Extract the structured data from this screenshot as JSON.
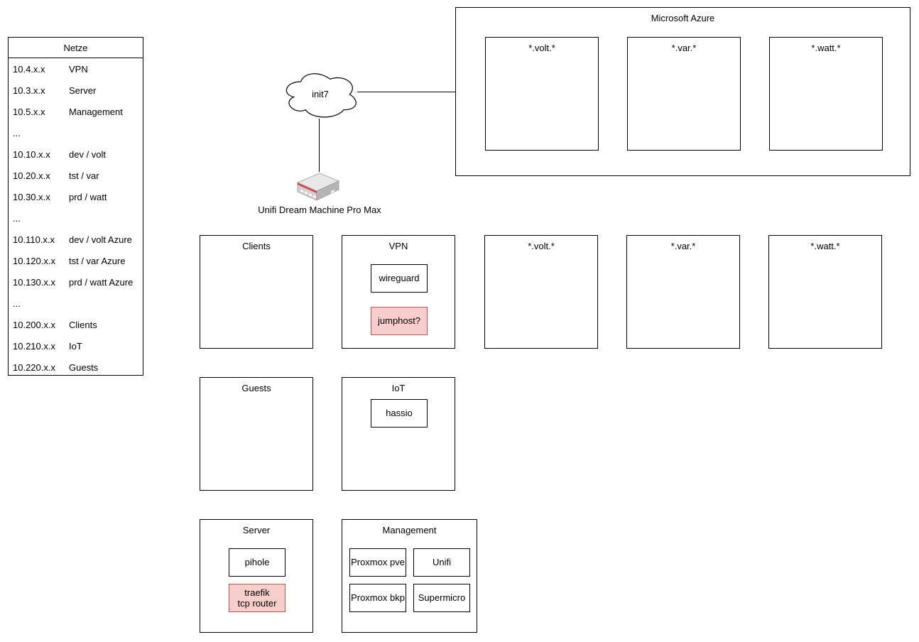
{
  "netze": {
    "title": "Netze",
    "rows": [
      {
        "net": "10.4.x.x",
        "name": "VPN"
      },
      {
        "net": "10.3.x.x",
        "name": "Server"
      },
      {
        "net": "10.5.x.x",
        "name": "Management"
      },
      {
        "net": "...",
        "name": ""
      },
      {
        "net": "10.10.x.x",
        "name": "dev / volt"
      },
      {
        "net": "10.20.x.x",
        "name": "tst / var"
      },
      {
        "net": "10.30.x.x",
        "name": "prd / watt"
      },
      {
        "net": "...",
        "name": ""
      },
      {
        "net": "10.110.x.x",
        "name": "dev / volt Azure"
      },
      {
        "net": "10.120.x.x",
        "name": "tst / var Azure"
      },
      {
        "net": "10.130.x.x",
        "name": "prd / watt Azure"
      },
      {
        "net": "...",
        "name": ""
      },
      {
        "net": "10.200.x.x",
        "name": "Clients"
      },
      {
        "net": "10.210.x.x",
        "name": "IoT"
      },
      {
        "net": "10.220.x.x",
        "name": "Guests"
      }
    ]
  },
  "wan": {
    "cloud_label": "init7",
    "router_label": "Unifi Dream Machine Pro Max"
  },
  "azure": {
    "title": "Microsoft Azure",
    "zones": [
      {
        "label": "*.volt.*"
      },
      {
        "label": "*.var.*"
      },
      {
        "label": "*.watt.*"
      }
    ]
  },
  "lan": {
    "clients": {
      "label": "Clients"
    },
    "vpn": {
      "label": "VPN",
      "nodes": [
        {
          "label": "wireguard"
        },
        {
          "label": "jumphost?",
          "highlighted": true
        }
      ]
    },
    "volt": {
      "label": "*.volt.*"
    },
    "var": {
      "label": "*.var.*"
    },
    "watt": {
      "label": "*.watt.*"
    },
    "guests": {
      "label": "Guests"
    },
    "iot": {
      "label": "IoT",
      "nodes": [
        {
          "label": "hassio"
        }
      ]
    },
    "server": {
      "label": "Server",
      "nodes": [
        {
          "label": "pihole"
        },
        {
          "label": "traefik\ntcp router",
          "highlighted": true
        }
      ]
    },
    "management": {
      "label": "Management",
      "nodes": [
        {
          "label": "Proxmox pve"
        },
        {
          "label": "Unifi"
        },
        {
          "label": "Proxmox bkp"
        },
        {
          "label": "Supermicro"
        }
      ]
    }
  },
  "colors": {
    "stroke": "#000000",
    "highlight_fill": "#F8CECC",
    "highlight_stroke": "#B85450",
    "router_accent": "#E53935"
  }
}
